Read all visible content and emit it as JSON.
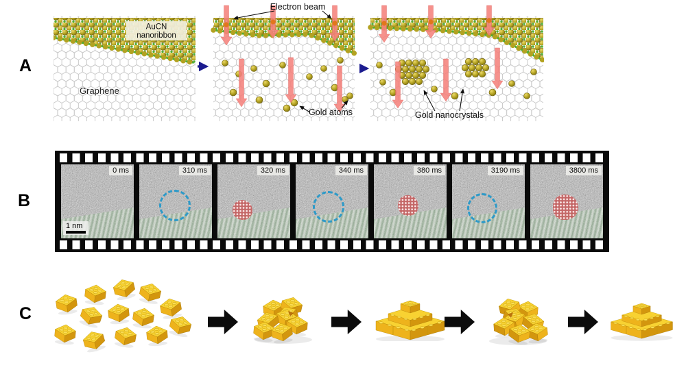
{
  "figure": {
    "panel_a": {
      "label": "A",
      "aucn_label_line1": "AuCN",
      "aucn_label_line2": "nanoribbon",
      "graphene_label": "Graphene",
      "electron_beam_label": "Electron beam",
      "gold_atoms_label": "Gold atoms",
      "gold_nanocrystals_label": "Gold nanocrystals"
    },
    "panel_b": {
      "label": "B",
      "scale_bar": "1 nm",
      "frames": [
        {
          "time": "0 ms",
          "annotation": "scale-bar"
        },
        {
          "time": "310 ms",
          "annotation": "blue-dashed-circle"
        },
        {
          "time": "320 ms",
          "annotation": "red-nanocrystal-highlight"
        },
        {
          "time": "340 ms",
          "annotation": "blue-dashed-circle"
        },
        {
          "time": "380 ms",
          "annotation": "red-nanocrystal-highlight"
        },
        {
          "time": "3190 ms",
          "annotation": "blue-dashed-circle"
        },
        {
          "time": "3800 ms",
          "annotation": "red-nanocrystal-highlight"
        }
      ]
    },
    "panel_c": {
      "label": "C",
      "stages": [
        "scattered-bricks",
        "disordered-pile",
        "stepped-pyramid",
        "disordered-pile",
        "stepped-pyramid"
      ]
    },
    "colors": {
      "gold": "#b3a221",
      "green_atom": "#4fae35",
      "beam_pink": "#f5827d",
      "impact_orange": "#e2761c",
      "flow_arrow_blue": "#1b1b8f",
      "ribbon_green_tint": "#a3c4a0",
      "highlight_blue": "#2e9ac8",
      "highlight_red": "#c65050",
      "lego_yellow_top": "#f8d232",
      "lego_yellow_front": "#eeb31c",
      "lego_yellow_side": "#d3960e"
    }
  }
}
